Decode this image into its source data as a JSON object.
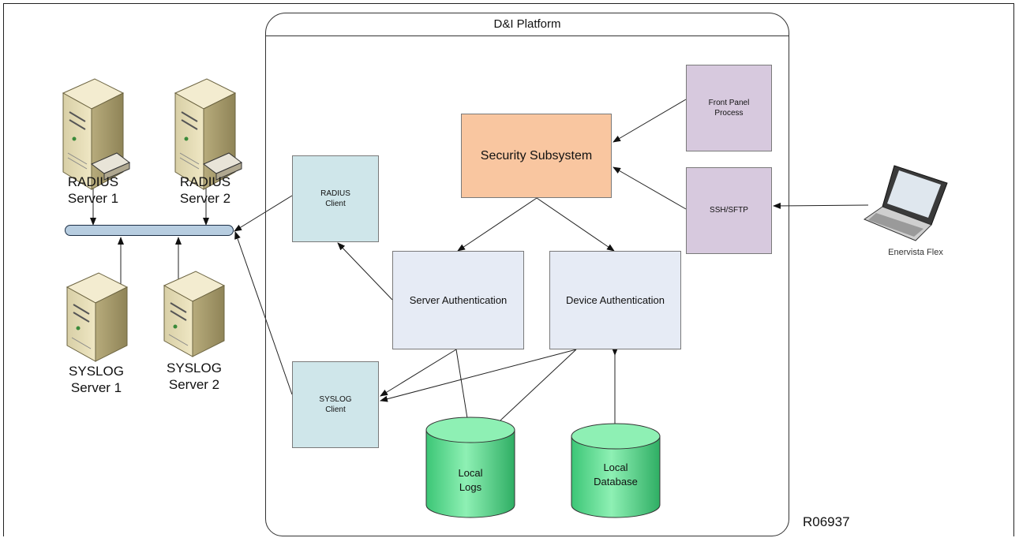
{
  "platform": {
    "title": "D&I Platform"
  },
  "boxes": {
    "security_subsystem": "Security Subsystem",
    "front_panel_process": "Front Panel\nProcess",
    "ssh_sftp": "SSH/SFTP",
    "radius_client": "RADIUS\nClient",
    "syslog_client": "SYSLOG\nClient",
    "server_authentication": "Server Authentication",
    "device_authentication": "Device Authentication"
  },
  "stores": {
    "local_logs": "Local\nLogs",
    "local_database": "Local\nDatabase"
  },
  "servers": {
    "radius_1": "RADIUS\nServer 1",
    "radius_2": "RADIUS\nServer 2",
    "syslog_1": "SYSLOG\nServer 1",
    "syslog_2": "SYSLOG\nServer 2"
  },
  "laptop": {
    "label": "Enervista Flex"
  },
  "figure_code": "R06937",
  "colors": {
    "security": "#f9c6a0",
    "purple": "#d7c9de",
    "client": "#cfe6ea",
    "auth": "#e6ebf5",
    "store": "#5fd98e",
    "bus": "#b7cde0"
  }
}
